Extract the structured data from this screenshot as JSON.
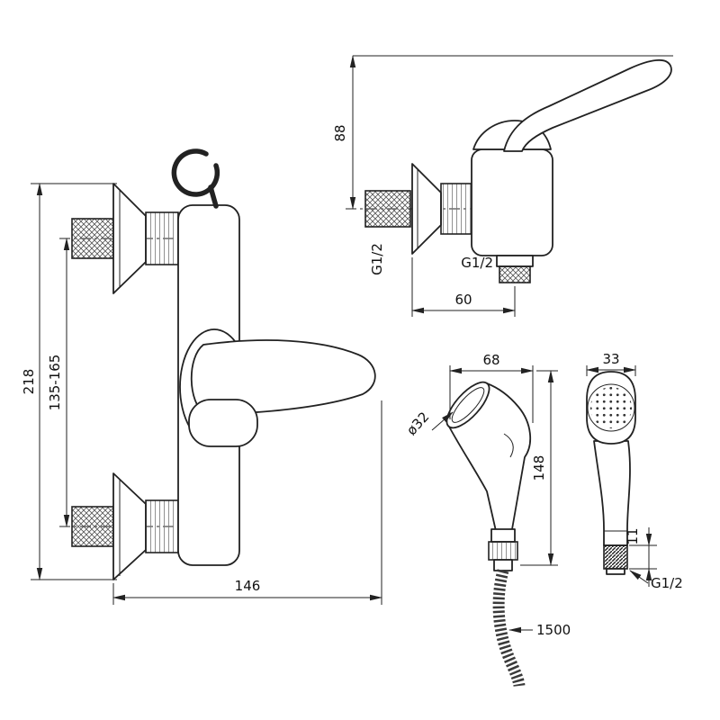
{
  "views": {
    "mixer_front": {
      "total_height": "218",
      "connection_spacing": "135-165",
      "width": "146"
    },
    "mixer_side": {
      "height_above_connection": "88",
      "depth_to_outlet": "60",
      "inlet_thread": "G1/2",
      "outlet_thread": "G1/2"
    },
    "handspray_side": {
      "head_width": "68",
      "face_diameter": "ø32",
      "length": "148",
      "hose_length": "1500"
    },
    "handspray_front": {
      "head_width": "33",
      "connector_height": "11",
      "thread": "G1/2"
    }
  }
}
